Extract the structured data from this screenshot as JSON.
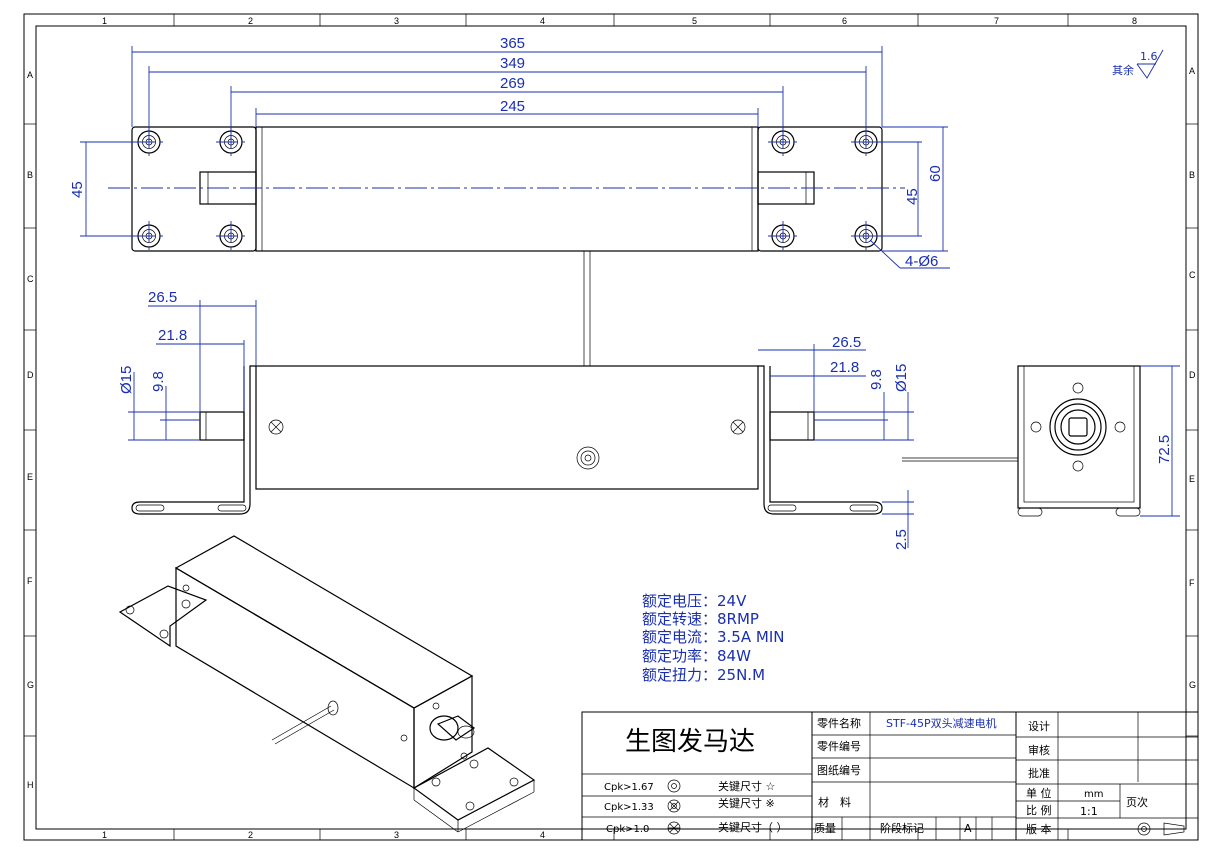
{
  "zones": {
    "columns": [
      "1",
      "2",
      "3",
      "4",
      "5",
      "6",
      "7",
      "8"
    ],
    "rows": [
      "A",
      "B",
      "C",
      "D",
      "E",
      "F",
      "G",
      "H"
    ]
  },
  "surface_roughness": {
    "value": "1.6",
    "label": "其余"
  },
  "top_view": {
    "dims_horizontal": [
      "365",
      "349",
      "269",
      "245"
    ],
    "dim_left_vertical": "45",
    "dim_right_inner": "45",
    "dim_right_outer": "60",
    "hole_callout": "4-Ø6"
  },
  "front_view": {
    "left": {
      "d1": "26.5",
      "d2": "21.8",
      "dia": "Ø15",
      "small": "9.8"
    },
    "right": {
      "d1": "26.5",
      "d2": "21.8",
      "dia": "Ø15",
      "small": "9.8"
    },
    "plate_thickness": "2.5"
  },
  "side_view": {
    "height": "72.5"
  },
  "specs": [
    "额定电压：24V",
    "额定转速：8RMP",
    "额定电流：3.5A MIN",
    "额定功率：84W",
    "额定扭力：25N.M"
  ],
  "title_block": {
    "company": "生图发马达",
    "part_name_label": "零件名称",
    "part_name_value": "STF-45P双头减速电机",
    "part_no_label": "零件编号",
    "drawing_no_label": "图纸编号",
    "material_label": "材　料",
    "mass_label": "质量",
    "stage_label": "阶段标记",
    "stage_value": "A",
    "design_label": "设计",
    "review_label": "审核",
    "approve_label": "批准",
    "unit_label": "单 位",
    "unit_value": "mm",
    "scale_label": "比 例",
    "scale_value": "1:1",
    "version_label": "版 本",
    "page_label": "页次",
    "cpk": [
      {
        "label": "Cpk>1.67",
        "key": "关键尺寸 ☆"
      },
      {
        "label": "Cpk>1.33",
        "key": "关键尺寸 ※"
      },
      {
        "label": "Cpk>1.0",
        "key": "关键尺寸（ ）"
      }
    ]
  }
}
